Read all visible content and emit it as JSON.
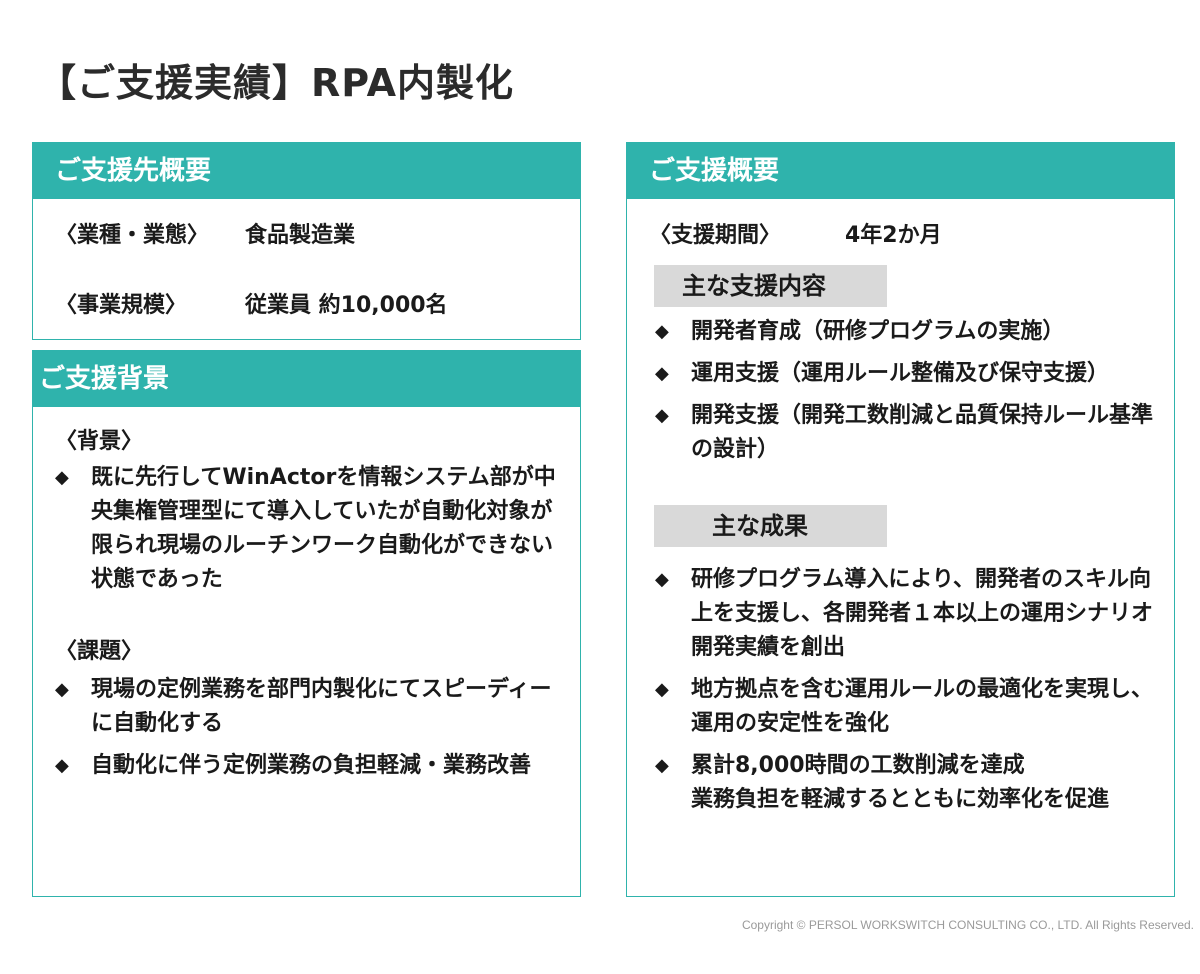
{
  "title": "【ご支援実績】RPA内製化",
  "client": {
    "header": "ご支援先概要",
    "rows": [
      {
        "label": "〈業種・業態〉",
        "value": "食品製造業"
      },
      {
        "label": "〈事業規模〉",
        "value": "従業員 約10,000名"
      }
    ]
  },
  "background": {
    "header": "ご支援背景",
    "bg_label": "〈背景〉",
    "bg_items": [
      "既に先行してWinActorを情報システム部が中央集権管理型にて導入していたが自動化対象が限られ現場のルーチンワーク自動化ができない状態であった"
    ],
    "issue_label": "〈課題〉",
    "issue_items": [
      "現場の定例業務を部門内製化にてスピーディーに自動化する",
      "自動化に伴う定例業務の負担軽減・業務改善"
    ]
  },
  "support": {
    "header": "ご支援概要",
    "period_label": "〈支援期間〉",
    "period_value": "4年2か月",
    "content_label": "主な支援内容",
    "content_items": [
      "開発者育成（研修プログラムの実施）",
      "運用支援（運用ルール整備及び保守支援）",
      "開発支援（開発工数削減と品質保持ルール基準の設計）"
    ],
    "result_label": "主な成果",
    "result_items": [
      "研修プログラム導入により、開発者のスキル向上を支援し、各開発者１本以上の運用シナリオ開発実績を創出",
      "地方拠点を含む運用ルールの最適化を実現し、運用の安定性を強化",
      "累計8,000時間の工数削減を達成\n業務負担を軽減するとともに効率化を促進"
    ]
  },
  "bullet_symbol": "◆",
  "copyright": "Copyright © PERSOL WORKSWITCH CONSULTING CO., LTD. All Rights Reserved.",
  "colors": {
    "accent": "#2fb3ac",
    "label_bg": "#d9d9d9"
  }
}
